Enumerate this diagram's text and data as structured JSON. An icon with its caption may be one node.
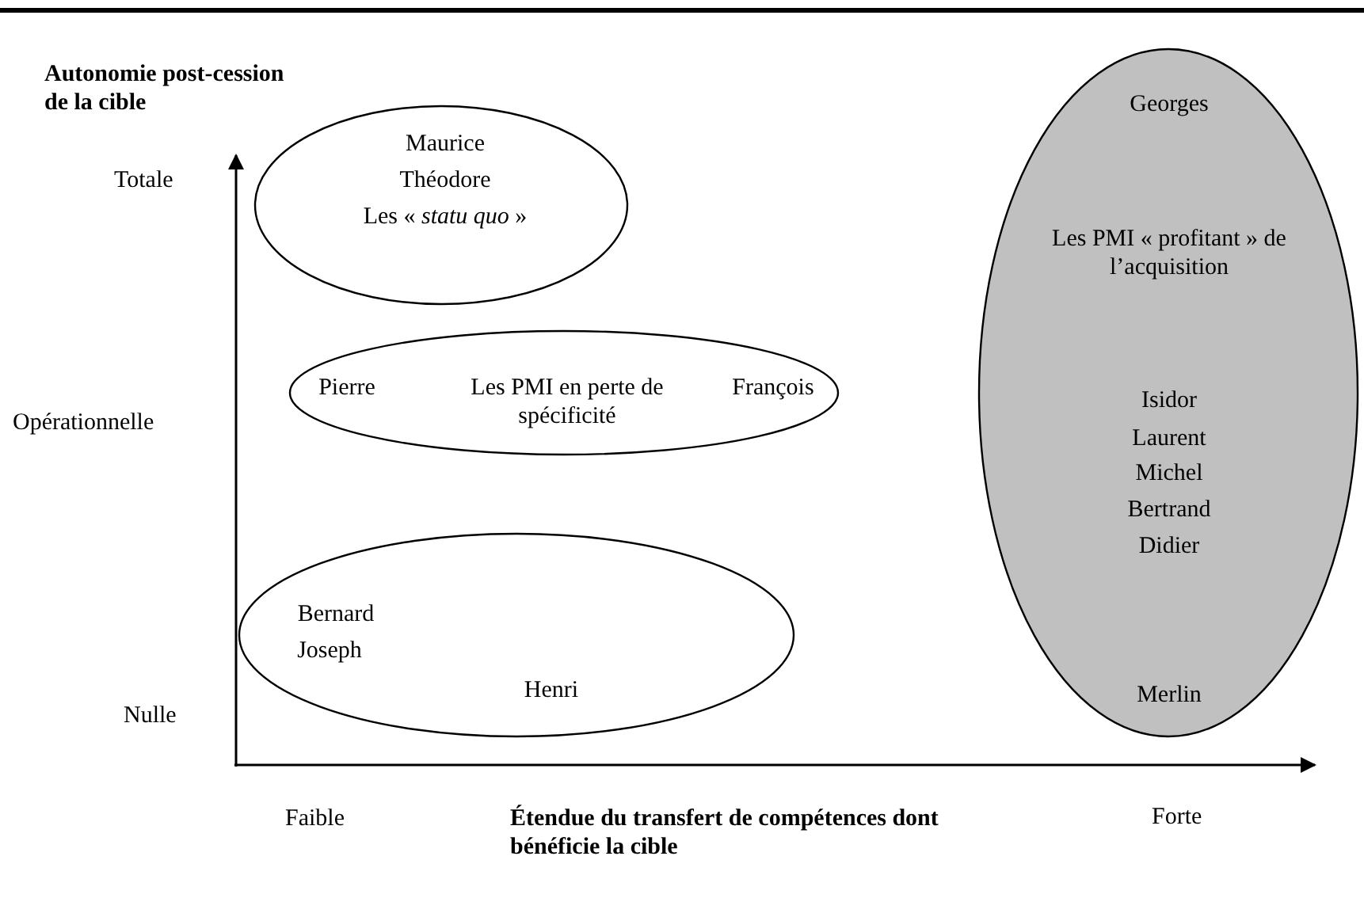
{
  "diagram": {
    "nodes": [
      {
        "text": [
          "Maurice",
          "Théodore",
          "Les « *statu quo* »"
        ]
      },
      {
        "text": [
          "Pierre",
          "Les PMI en perte de spécificité",
          "François"
        ]
      },
      {
        "text": [
          "Bernard",
          "Joseph",
          "Henri"
        ]
      },
      {
        "text": [
          "Georges",
          "Les PMI « profitant » de l’acquisition",
          "Isidor",
          "Laurent",
          "Michel",
          "Bertrand",
          "Didier",
          "Merlin"
        ]
      }
    ],
    "labels": [
      "Autonomie post-cession de la cible",
      "Totale",
      "Opérationnelle",
      "Nulle",
      "Faible",
      "Étendue du transfert de compétences dont bénéficie la cible",
      "Forte"
    ]
  }
}
